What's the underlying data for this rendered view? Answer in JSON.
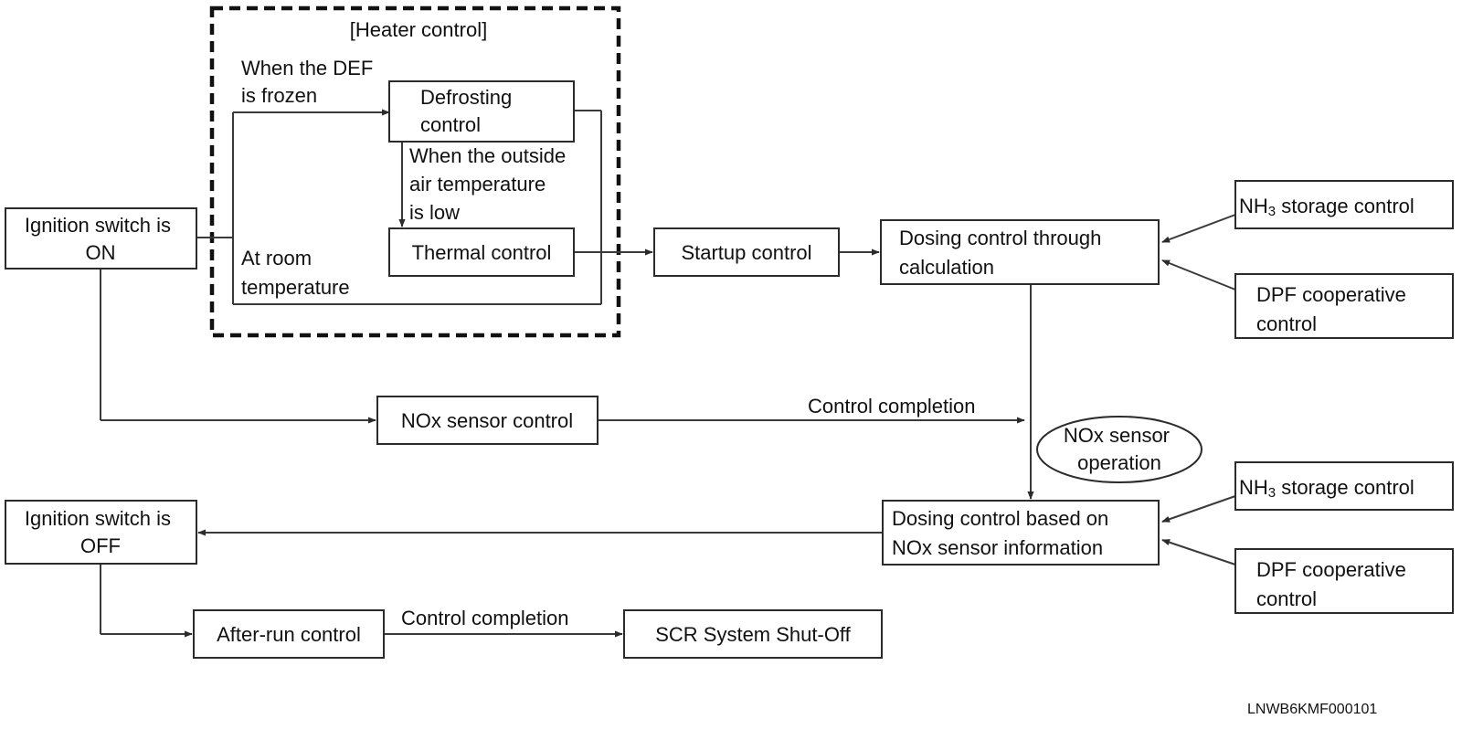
{
  "heater_group": {
    "title": "[Heater control]"
  },
  "nodes": {
    "ignition_on": [
      "Ignition switch is",
      "ON"
    ],
    "defrosting": [
      "Defrosting",
      "control"
    ],
    "thermal": [
      "Thermal control"
    ],
    "startup": [
      "Startup control"
    ],
    "dosing_calc": [
      "Dosing control through",
      "calculation"
    ],
    "nh3_top_prefix": "NH",
    "nh3_top_sub": "3",
    "nh3_top_rest": " storage control",
    "dpf_top": [
      "DPF cooperative",
      "control"
    ],
    "nox_control": [
      "NOx sensor control"
    ],
    "nox_operation": [
      "NOx sensor",
      "operation"
    ],
    "dosing_nox": [
      "Dosing control based on",
      "NOx sensor information"
    ],
    "nh3_bottom_prefix": "NH",
    "nh3_bottom_sub": "3",
    "nh3_bottom_rest": " storage control",
    "dpf_bottom": [
      "DPF cooperative",
      "control"
    ],
    "ignition_off": [
      "Ignition switch is",
      "OFF"
    ],
    "after_run": [
      "After-run control"
    ],
    "shutoff": [
      "SCR System Shut-Off"
    ]
  },
  "labels": {
    "def_frozen": [
      "When the DEF",
      "is frozen"
    ],
    "outside_low": [
      "When the outside",
      "air temperature",
      "is low"
    ],
    "room_temp": [
      "At room",
      "temperature"
    ],
    "completion_top": "Control completion",
    "completion_bottom": "Control completion"
  },
  "figure_code": "LNWB6KMF000101",
  "colors": {
    "stroke": "#2b2b2b",
    "text": "#111111",
    "background": "#ffffff"
  }
}
